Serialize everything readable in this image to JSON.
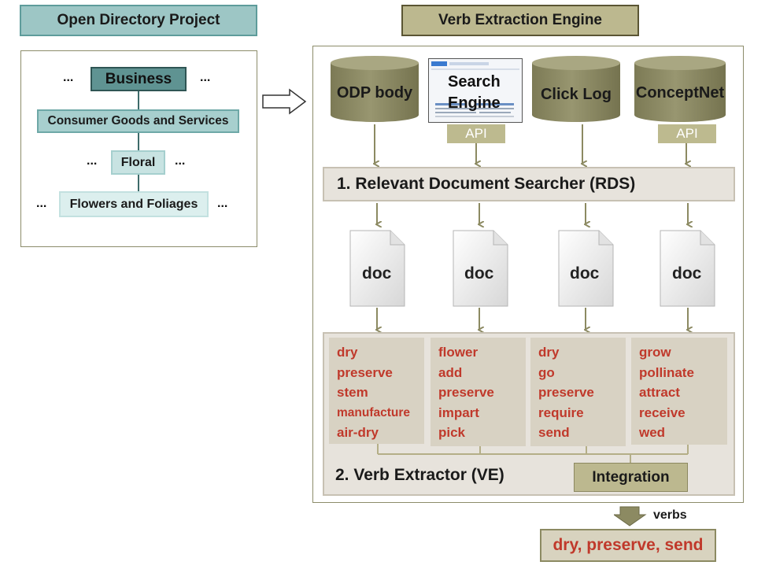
{
  "odp": {
    "title": "Open Directory Project",
    "dots": "...",
    "nodes": {
      "business": "Business",
      "consumer": "Consumer Goods and Services",
      "floral": "Floral",
      "flowers": "Flowers and Foliages"
    }
  },
  "engine": {
    "title": "Verb Extraction Engine",
    "sources": {
      "odp_body": "ODP body",
      "search_engine": "Search Engine",
      "click_log": "Click Log",
      "conceptnet": "ConceptNet"
    },
    "api_label": "API",
    "rds": "1. Relevant Document Searcher (RDS)",
    "doc_label": "doc",
    "ve": "2. Verb Extractor (VE)",
    "integration": "Integration",
    "verb_columns": [
      [
        "dry",
        "preserve",
        "stem",
        "manufacture",
        "air-dry"
      ],
      [
        "flower",
        "add",
        "preserve",
        "impart",
        "pick"
      ],
      [
        "dry",
        "go",
        "preserve",
        "require",
        "send"
      ],
      [
        "grow",
        "pollinate",
        "attract",
        "receive",
        "wed"
      ]
    ]
  },
  "output": {
    "verbs_label": "verbs",
    "result": "dry, preserve, send"
  },
  "colors": {
    "odp_teal": "#9dc6c5",
    "engine_olive": "#bcb88f",
    "cylinder": "#8c8a62",
    "verb_red": "#c0392b",
    "bar_bg": "#e7e3dc"
  }
}
